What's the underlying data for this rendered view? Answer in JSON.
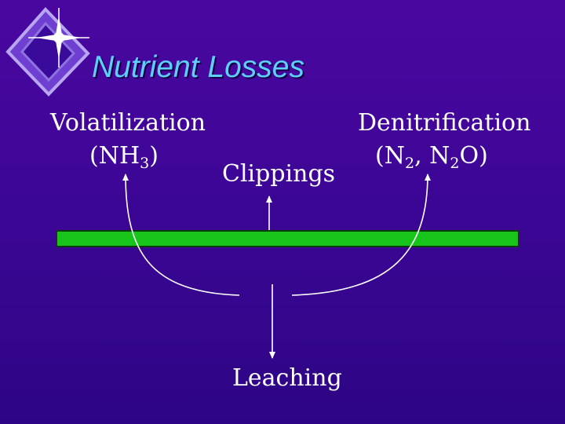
{
  "title": "Nutrient Losses",
  "labels": {
    "volatilization": "Volatilization",
    "nh3_open": "(NH",
    "nh3_sub": "3",
    "nh3_close": ")",
    "clippings": "Clippings",
    "denitrification": "Denitrification",
    "n2_open": "(N",
    "n2_sub": "2",
    "n2_mid": ", N",
    "n2o_sub": "2",
    "n2o_close": "O)",
    "leaching": "Leaching"
  },
  "colors": {
    "background": "#3a0693",
    "title": "#5ed0ff",
    "soil_bar": "#16c41a",
    "text": "#ffffff",
    "arrows": "#ffffff"
  },
  "icons": [
    "sparkle-star-icon"
  ]
}
